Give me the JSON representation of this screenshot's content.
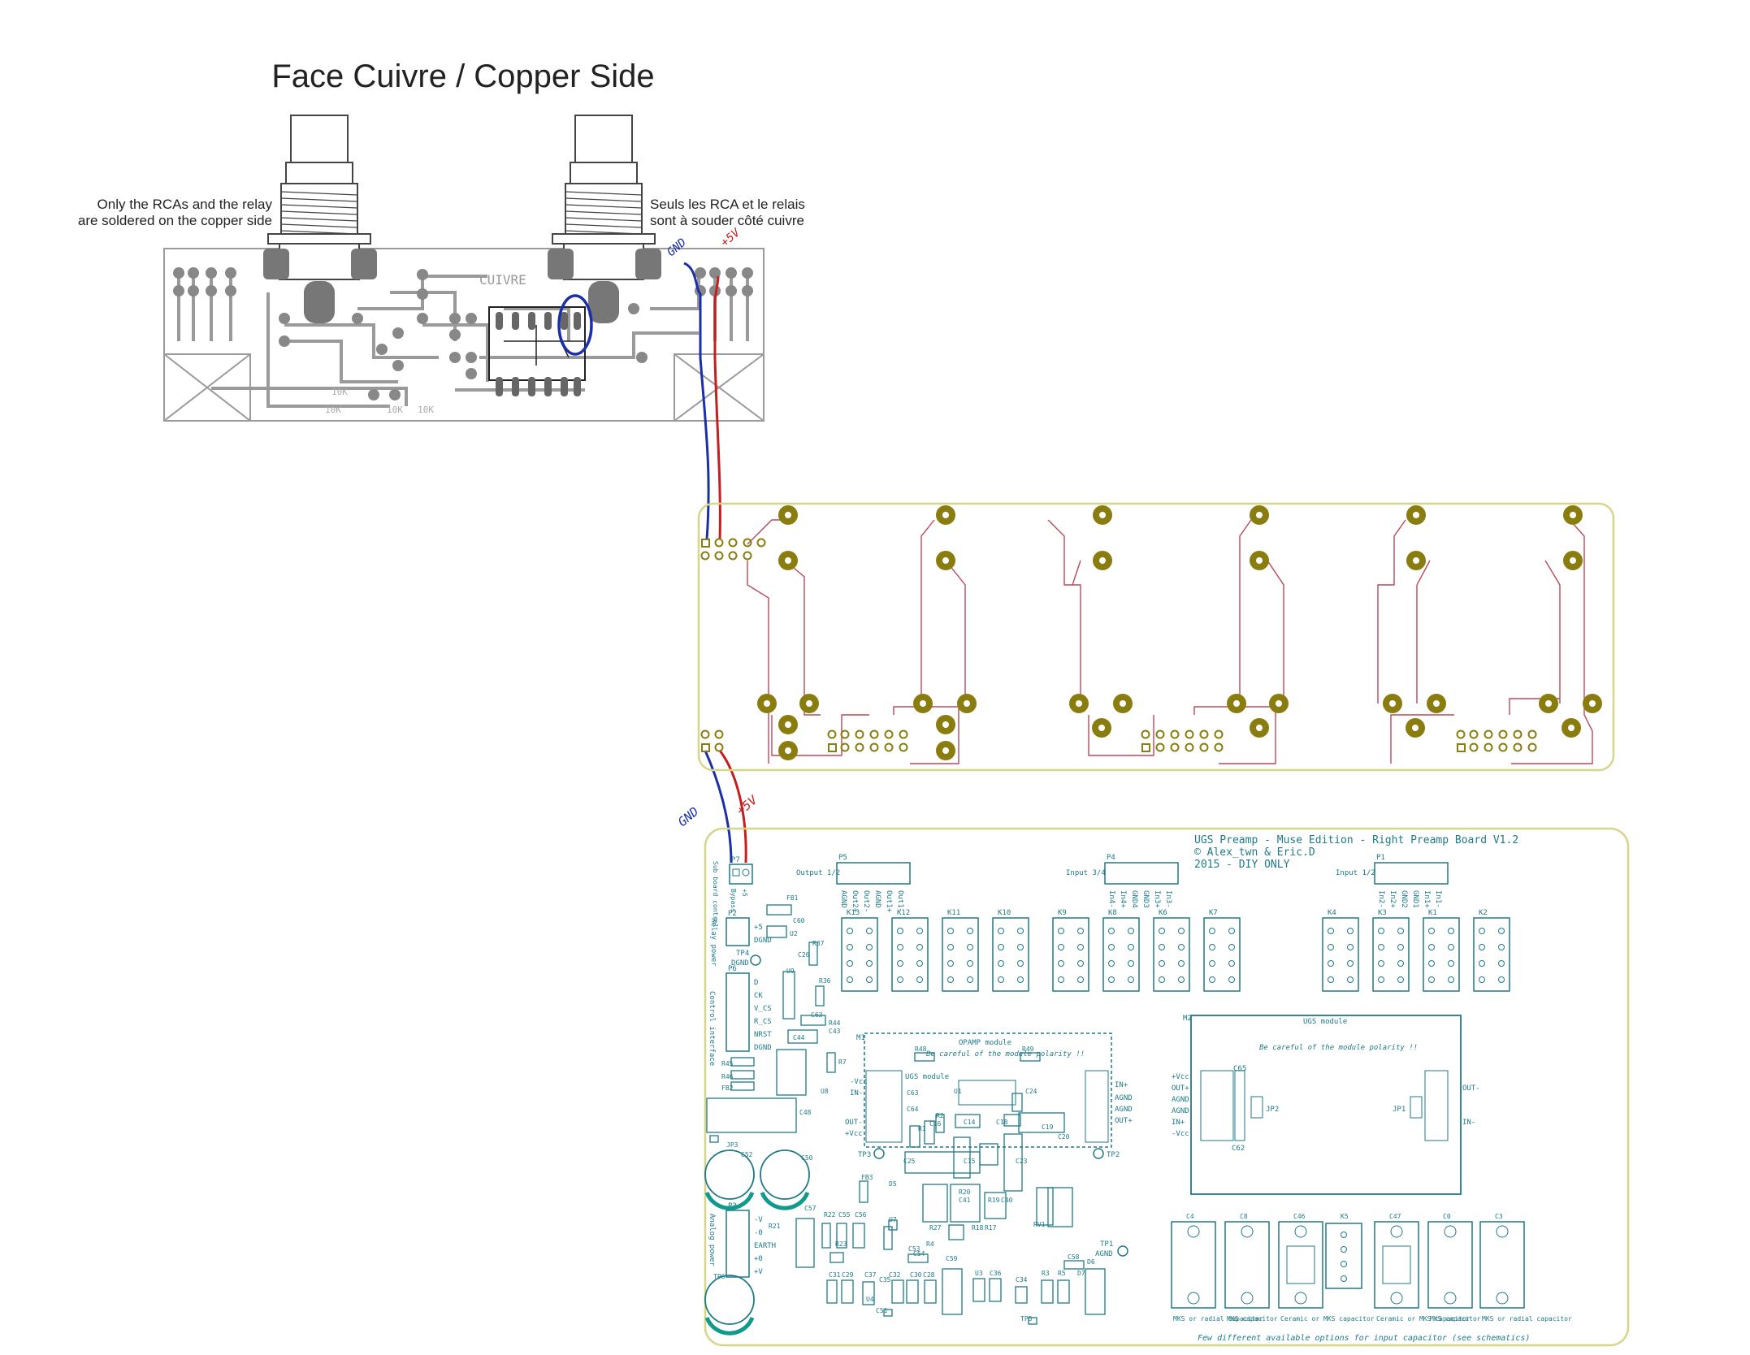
{
  "title": "Face Cuivre / Copper Side",
  "notes": {
    "left_line1": "Only the RCAs and the relay",
    "left_line2": "are soldered on the copper side",
    "right_line1": "Seuls les RCA et le relais",
    "right_line2": "sont à souder côté cuivre"
  },
  "wires": {
    "gnd": "GND",
    "plus5v": "+5V"
  },
  "colors": {
    "gnd_wire": "#1a2fa8",
    "plus5v_wire": "#c41e1e",
    "copper_grey": "#8a8a8a",
    "pcb_outline": "#d6d68a",
    "pad_gold": "#8a7d10",
    "trace_red": "#b84a5a",
    "silk_teal": "#1f7a86"
  },
  "copper_board": {
    "label": "CUIVRE",
    "resistor_labels": [
      "10K",
      "10K",
      "10K",
      "10K"
    ]
  },
  "main_board": {
    "header": {
      "line1": "UGS Preamp - Muse Edition - Right Preamp Board V1.2",
      "line2": "© Alex_twn & Eric.D",
      "line3": "2015 - DIY ONLY"
    },
    "connectors": {
      "p7_label": "P7",
      "p7_side": "Sub board control",
      "p7_pins": [
        "Bypass",
        "+5"
      ],
      "p5_label": "P5",
      "p5_title": "Output 1/2",
      "p5_pins": [
        "AGND",
        "Out2+",
        "Out2-",
        "AGND",
        "Out1+",
        "Out1-"
      ],
      "p4_label": "P4",
      "p4_title": "Input 3/4",
      "p4_pins": [
        "In4-",
        "In4+",
        "GND4",
        "GND3",
        "In3+",
        "In3-"
      ],
      "p1_label": "P1",
      "p1_title": "Input 1/2",
      "p1_pins": [
        "In2-",
        "In2+",
        "GND2",
        "GND1",
        "In1+",
        "In1-"
      ],
      "p2_label": "P2",
      "p2_side": "Relay power",
      "p2_pins": [
        "+5",
        "DGND"
      ],
      "p6_label": "P6",
      "p6_side": "Control interface",
      "p6_pins": [
        "D",
        "CK",
        "V_CS",
        "R_CS",
        "NRST",
        "DGND"
      ],
      "p3_label": "P3",
      "p3_side": "Analog power",
      "p3_pins": [
        "-V",
        "-0",
        "EARTH",
        "+0",
        "+V"
      ]
    },
    "relays": [
      "K13",
      "K12",
      "K11",
      "K10",
      "K9",
      "K8",
      "K6",
      "K7",
      "K4",
      "K3",
      "K1",
      "K2"
    ],
    "opamp_module": {
      "label": "OPAMP module",
      "warning": "Be careful of the module polarity !!",
      "sub": "UGS module",
      "left_pins": [
        "-Vcc",
        "IN-",
        "OUT-",
        "+Vcc"
      ],
      "right_pins": [
        "IN+",
        "AGND",
        "AGND",
        "OUT+"
      ],
      "ref": "M1"
    },
    "ugs_module": {
      "ref": "M2",
      "label": "UGS module",
      "warning": "Be careful of the module polarity !!",
      "left_pins": [
        "+Vcc",
        "OUT+",
        "AGND",
        "AGND",
        "IN+",
        "-Vcc"
      ],
      "right_pins": [
        "OUT-",
        "IN-"
      ],
      "jumpers": [
        "JP2",
        "JP1"
      ],
      "caps": [
        "C65",
        "C62"
      ]
    },
    "testpoints": [
      "TP4",
      "TP3",
      "TP2",
      "TP1"
    ],
    "tp_labels": {
      "tp4": "DGND",
      "tp1": "AGND"
    },
    "component_refs": [
      "FB1",
      "C60",
      "U2",
      "C26",
      "R37",
      "U9",
      "R36",
      "C63",
      "R44",
      "C43",
      "C44",
      "R7",
      "R45",
      "R46",
      "FB2",
      "U8",
      "C48",
      "JP3",
      "C52",
      "C50",
      "R48",
      "R49",
      "C63",
      "C64",
      "R1",
      "C16",
      "R2",
      "C14",
      "C18",
      "C19",
      "C24",
      "C15",
      "C23",
      "C20",
      "C25",
      "U1",
      "FB3",
      "D5",
      "C57",
      "R22",
      "C55",
      "C56",
      "R21",
      "U7",
      "R27",
      "R20",
      "C41",
      "R18",
      "R17",
      "R19",
      "C40",
      "RV1",
      "C53",
      "C54",
      "R23",
      "R4",
      "C59",
      "C31",
      "C29",
      "U4",
      "C37",
      "C35",
      "C32",
      "C30",
      "C28",
      "U3",
      "C36",
      "C34",
      "R3",
      "R5",
      "C58",
      "D7",
      "D6",
      "C51",
      "TP5",
      "TP6"
    ],
    "bottom_caps": [
      {
        "ref": "C4",
        "desc": "MKS or radial capacitor"
      },
      {
        "ref": "C8",
        "desc": "MKS capacitor"
      },
      {
        "ref": "C46",
        "desc": "Ceramic or MKS capacitor"
      },
      {
        "ref": "K5",
        "desc": ""
      },
      {
        "ref": "C47",
        "desc": "Ceramic or MKS capacitor"
      },
      {
        "ref": "C0",
        "desc": "MKS capacitor"
      },
      {
        "ref": "C3",
        "desc": "MKS or radial capacitor"
      }
    ],
    "bottom_note": "Few different available options for input capacitor (see schematics)"
  }
}
